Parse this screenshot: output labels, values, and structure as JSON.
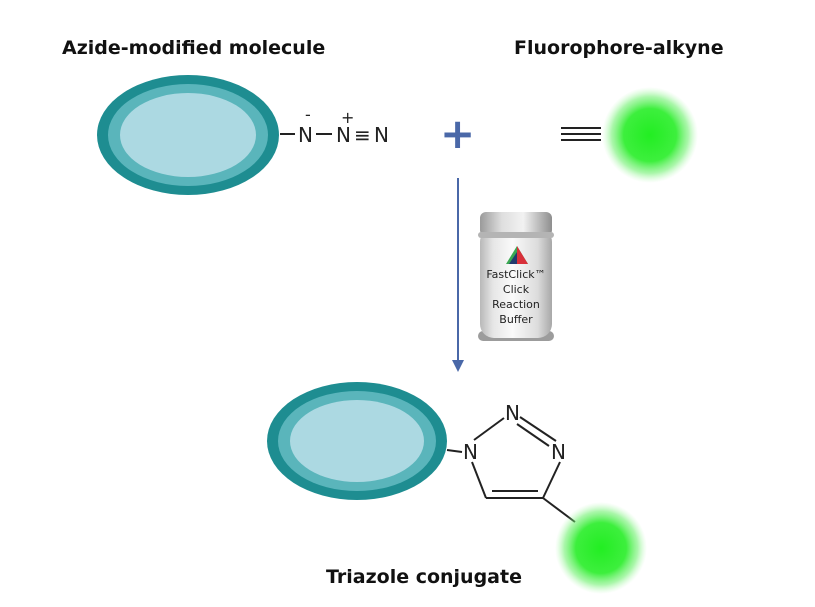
{
  "labels": {
    "azide_molecule": "Azide-modified molecule",
    "fluorophore_alkyne": "Fluorophore-alkyne",
    "triazole_conjugate": "Triazole conjugate"
  },
  "azide_group": {
    "atom1": "N",
    "atom2": "N",
    "atom3": "N",
    "charge_neg": "-",
    "charge_pos": "+",
    "triple_bond": "≡"
  },
  "plus_sign": "+",
  "reagent_bottle": {
    "line1": "FastClick™",
    "line2": "Click",
    "line3": "Reaction",
    "line4": "Buffer"
  },
  "triazole_ring": {
    "atom_n1": "N",
    "atom_n2": "N",
    "atom_n3": "N"
  },
  "colors": {
    "molecule_outer": "#1e8d91",
    "molecule_ring": "#5ab5bb",
    "molecule_inner": "#acd9e2",
    "fluorophore": "#22ee22",
    "arrow": "#4a68a8",
    "plus": "#4a68a8"
  }
}
